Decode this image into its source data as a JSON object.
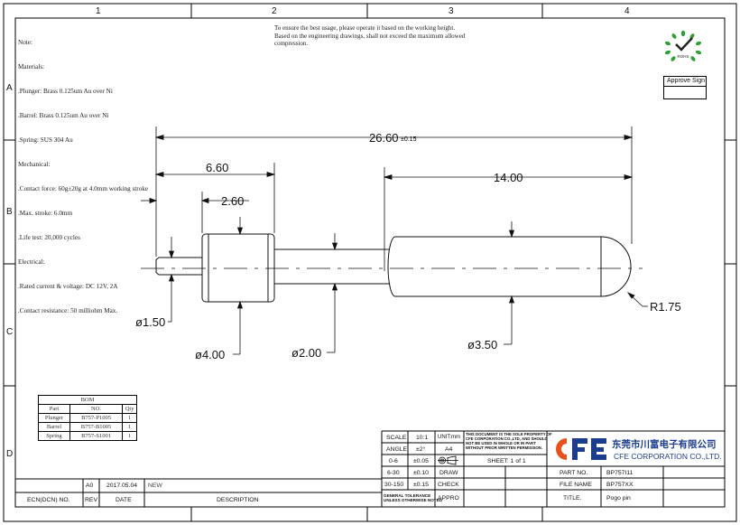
{
  "zones": {
    "columns": [
      "1",
      "2",
      "3",
      "4"
    ],
    "rows": [
      "A",
      "B",
      "C",
      "D"
    ]
  },
  "notes": [
    "Note:",
    "Materials:",
    ".Plunger: Brass 0.125um Au over Ni",
    ".Barrel: Brass 0.125um Au over Ni",
    ".Spring: SUS 304 Au",
    "Mechanical:",
    ".Contact force: 60g±20g at 4.0mm working stroke",
    ".Max. stroke: 6.0mm",
    ".Life test: 20,000 cycles",
    "Electrical:",
    ".Rated current & voltage: DC 12V, 2A",
    ".Contact resistance: 50 milliohm Max."
  ],
  "usage_note": [
    "To ensure the best usage, please operate it based on the working height.",
    "Based on the engineering drawings, shall not exceed the maximum allowed",
    "compression."
  ],
  "logo": {
    "text": "ROHS",
    "color": "#2e9e36"
  },
  "approve": {
    "label": "Approve Sign"
  },
  "dimensions": {
    "overall": "26.60",
    "overall_tol": "±0.15",
    "plunger_len": "6.60",
    "barrel_len": "14.00",
    "collar_len": "2.60",
    "tip_dia": "ø1.50",
    "collar_dia": "ø4.00",
    "shaft_dia": "ø2.00",
    "barrel_dia": "ø3.50",
    "radius": "R1.75"
  },
  "bom": {
    "title": "BOM",
    "headers": [
      "Part",
      "NO.",
      "Qty"
    ],
    "rows": [
      [
        "Plunger",
        "B757-P1005",
        "1"
      ],
      [
        "Barrel",
        "B757-B1005",
        "1"
      ],
      [
        "Spring",
        "B757-S1001",
        "1"
      ]
    ]
  },
  "revision": {
    "row": {
      "rev": "A0",
      "date": "2017.05.04",
      "desc": "NEW"
    },
    "headers": {
      "ecn": "ECN(DCN) NO.",
      "rev": "REV",
      "date": "DATE",
      "desc": "DESCRIPTION"
    }
  },
  "titleblock": {
    "scale_label": "SCALE",
    "scale": "10:1",
    "unit_label": "UNIT:mm",
    "angle_label": "ANGLE",
    "angle": "±2°",
    "paper": "A4",
    "r1_label": "0-6",
    "r1_tol": "±0.05",
    "r2_label": "6-30",
    "r2_tol": "±0.10",
    "draw": "DRAW",
    "r3_label": "30-150",
    "r3_tol": "±0.15",
    "check": "CHECK",
    "general_1": "GENERAL TOLERANCE",
    "general_2": "UNLESS OTHERWISE NOTED",
    "appro": "APPRO",
    "property_1": "THIS DOCUMENT IS THE SOLE PROPERTY OF",
    "property_2": "CFE CORPORATION CO.,LTD, AND SHOULD",
    "property_3": "NOT BE USED IN WHOLE OR IN PART",
    "property_4": "WITHOUT PRIOR WRITTEN PERMISSION.",
    "sheet": "SHEET: 1 of 1",
    "company_logo": "CFE",
    "company_cn": "东莞市川富电子有限公司",
    "company_en": "CFE CORPORATION CO.,LTD.",
    "part_no_label": "PART NO.",
    "part_no": "BP757I11",
    "file_name_label": "FILE NAME",
    "file_name": "BP757XX",
    "title_label": "TITLE.",
    "title": "Pogo pin",
    "logo_colors": {
      "c": "#e8501e",
      "f": "#1b3d8f",
      "e": "#1b3d8f"
    }
  }
}
